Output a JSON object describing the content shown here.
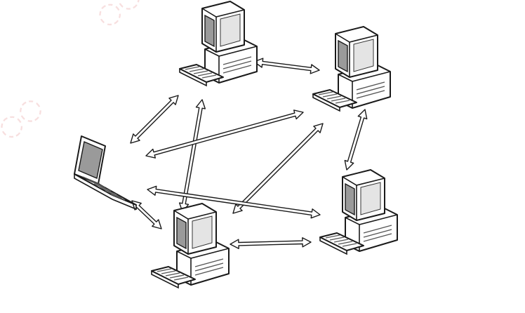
{
  "diagram": {
    "type": "mesh-network",
    "nodes": [
      {
        "id": "pc-top-left",
        "kind": "desktop"
      },
      {
        "id": "pc-top-right",
        "kind": "desktop"
      },
      {
        "id": "laptop-left",
        "kind": "laptop"
      },
      {
        "id": "pc-bottom-left",
        "kind": "desktop"
      },
      {
        "id": "pc-bottom-right",
        "kind": "desktop"
      }
    ],
    "links": [
      {
        "from": "pc-top-left",
        "to": "pc-top-right",
        "arrow": "both"
      },
      {
        "from": "pc-top-left",
        "to": "laptop-left",
        "arrow": "both"
      },
      {
        "from": "pc-top-left",
        "to": "pc-bottom-left",
        "arrow": "both"
      },
      {
        "from": "pc-top-right",
        "to": "laptop-left",
        "arrow": "both"
      },
      {
        "from": "pc-top-right",
        "to": "pc-bottom-left",
        "arrow": "both"
      },
      {
        "from": "pc-top-right",
        "to": "pc-bottom-right",
        "arrow": "both"
      },
      {
        "from": "laptop-left",
        "to": "pc-bottom-left",
        "arrow": "both"
      },
      {
        "from": "laptop-left",
        "to": "pc-bottom-right",
        "arrow": "both"
      },
      {
        "from": "pc-bottom-left",
        "to": "pc-bottom-right",
        "arrow": "both"
      }
    ],
    "colors": {
      "stroke": "#1a1a1a",
      "device_fill": "#ffffff",
      "screen": "#9a9a9a",
      "watermark": "#f2c6c6"
    }
  }
}
